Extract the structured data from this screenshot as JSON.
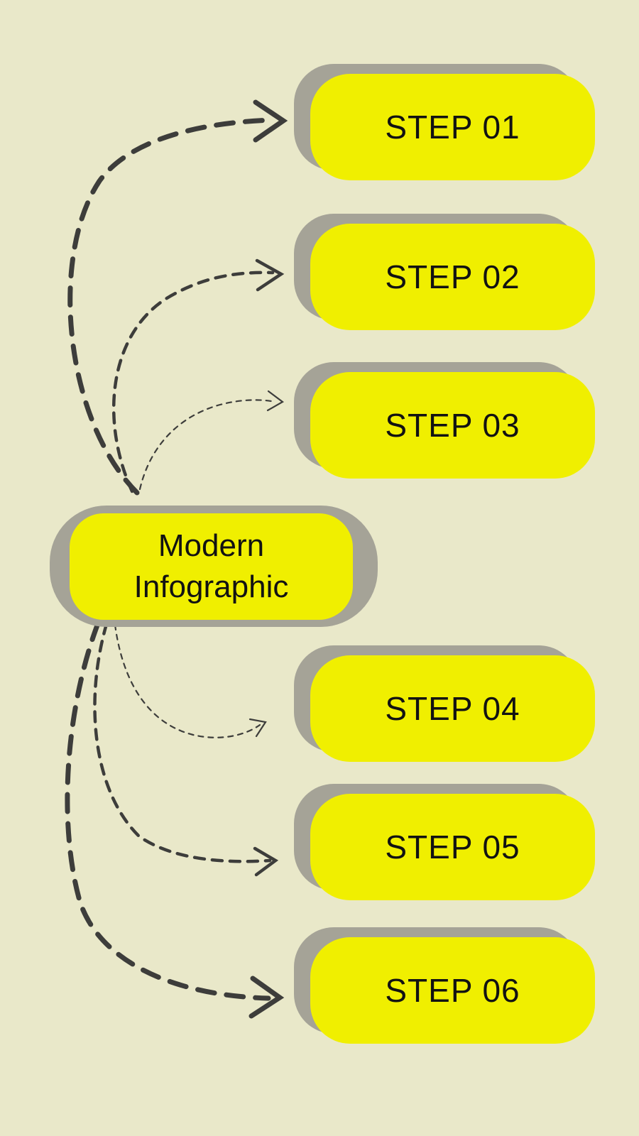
{
  "title": "Modern Infographic",
  "center": {
    "title_line1": "Modern",
    "title_line2": "Infographic"
  },
  "steps": [
    {
      "label": "STEP 01"
    },
    {
      "label": "STEP 02"
    },
    {
      "label": "STEP 03"
    },
    {
      "label": "STEP 04"
    },
    {
      "label": "STEP 05"
    },
    {
      "label": "STEP 06"
    }
  ],
  "arrows": [
    {
      "from": "center",
      "to": "step-01",
      "weight": "thick",
      "style": "dashed"
    },
    {
      "from": "center",
      "to": "step-02",
      "weight": "medium",
      "style": "dashed"
    },
    {
      "from": "center",
      "to": "step-03",
      "weight": "thin",
      "style": "dashed"
    },
    {
      "from": "center",
      "to": "step-04",
      "weight": "thin",
      "style": "dashed"
    },
    {
      "from": "center",
      "to": "step-05",
      "weight": "medium",
      "style": "dashed"
    },
    {
      "from": "center",
      "to": "step-06",
      "weight": "thick",
      "style": "dashed"
    }
  ],
  "colors": {
    "background": "#E9E8C9",
    "box_yellow": "#F0EF00",
    "shadow_gray": "#A5A397",
    "arrow": "#3D3D3B",
    "text": "#121212"
  }
}
